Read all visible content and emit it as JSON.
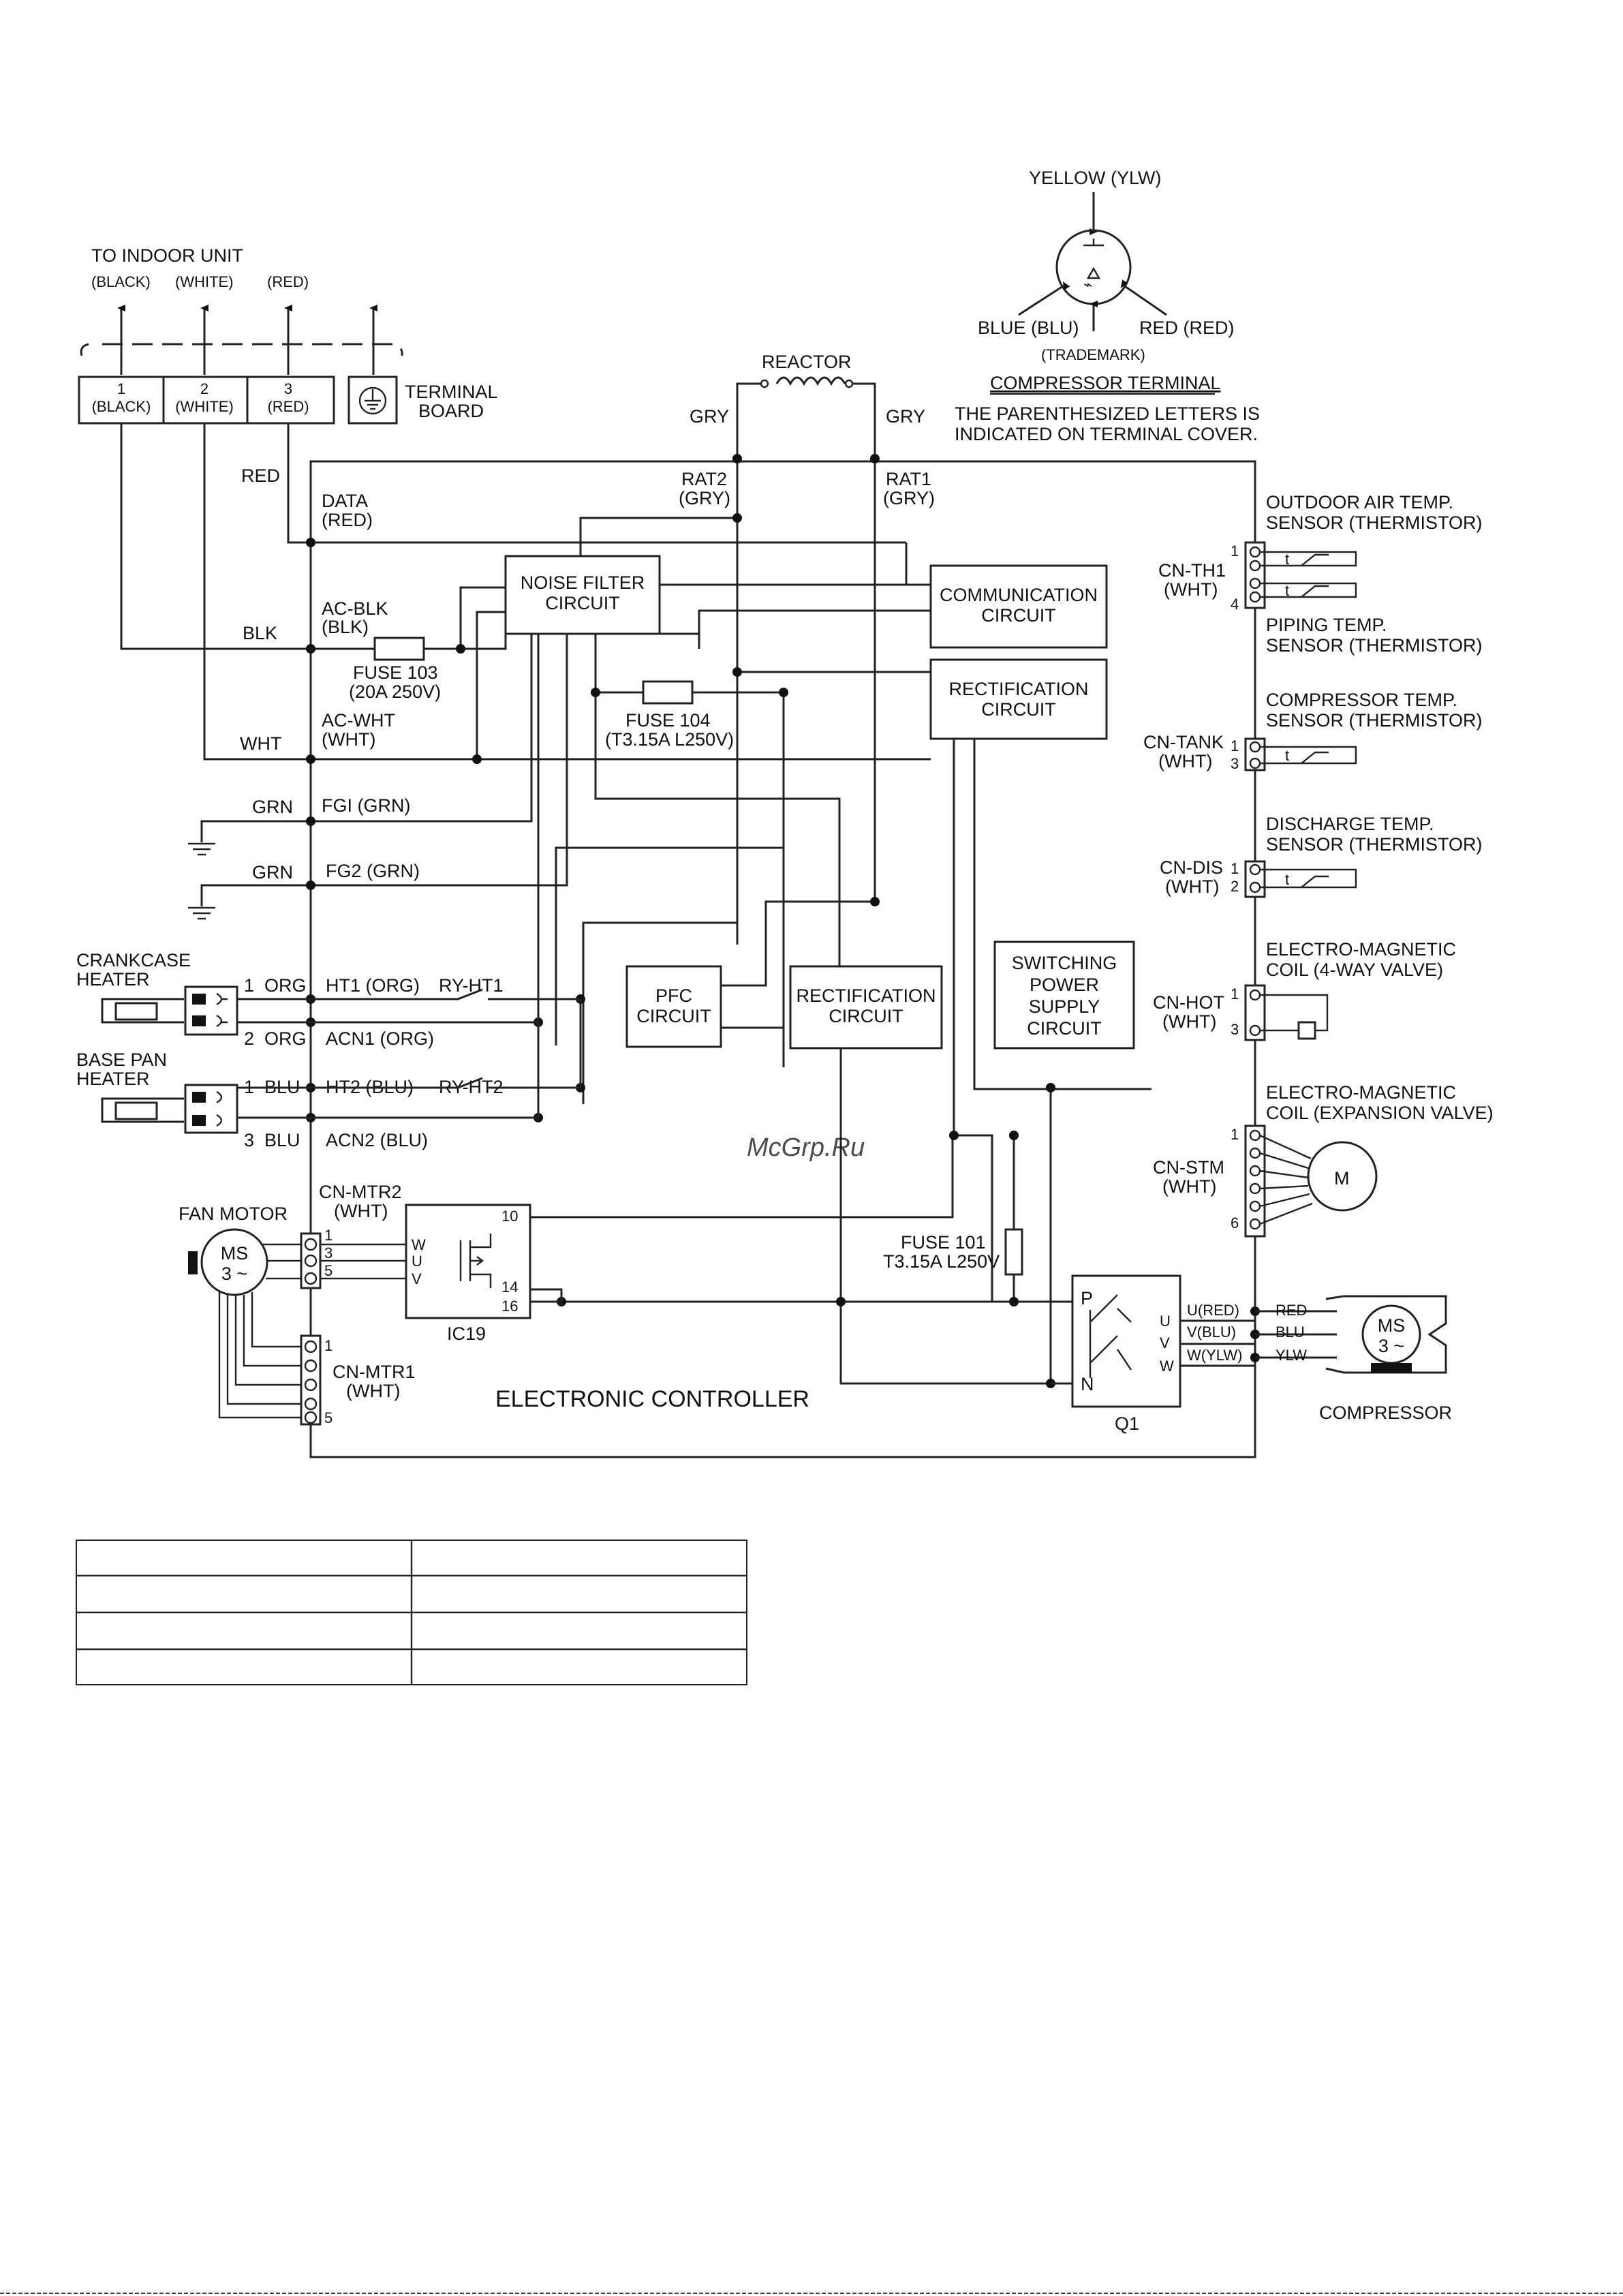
{
  "watermark": "McGrp.Ru",
  "indoor": {
    "title": "TO INDOOR UNIT",
    "colors": [
      "(BLACK)",
      "(WHITE)",
      "(RED)"
    ],
    "terminals": [
      {
        "num": "1",
        "color": "(BLACK)"
      },
      {
        "num": "2",
        "color": "(WHITE)"
      },
      {
        "num": "3",
        "color": "(RED)"
      }
    ],
    "terminal_board": [
      "TERMINAL",
      "BOARD"
    ]
  },
  "compressor_terminal": {
    "yellow": "YELLOW (YLW)",
    "blue": "BLUE (BLU)",
    "red": "RED (RED)",
    "trademark": "(TRADEMARK)",
    "title": "COMPRESSOR TERMINAL",
    "note": [
      "THE PARENTHESIZED LETTERS IS",
      "INDICATED ON TERMINAL COVER."
    ]
  },
  "reactor": {
    "label": "REACTOR",
    "gry_left": "GRY",
    "gry_right": "GRY"
  },
  "wires": {
    "red": "RED",
    "blk": "BLK",
    "wht": "WHT",
    "grn1": "GRN",
    "grn2": "GRN",
    "org1": "ORG",
    "org2": "ORG",
    "blu1": "BLU",
    "blu2": "BLU",
    "num1a": "1",
    "num2a": "2",
    "num1b": "1",
    "num3b": "3"
  },
  "board_labels": {
    "data": [
      "DATA",
      "(RED)"
    ],
    "ac_blk": [
      "AC-BLK",
      "(BLK)"
    ],
    "ac_wht": [
      "AC-WHT",
      "(WHT)"
    ],
    "fg1": "FGI (GRN)",
    "fg2": "FG2 (GRN)",
    "ht1": "HT1 (ORG)",
    "acn1": "ACN1 (ORG)",
    "ht2": "HT2 (BLU)",
    "acn2": "ACN2 (BLU)",
    "ry_ht1": "RY-HT1",
    "ry_ht2": "RY-HT2",
    "rat2": [
      "RAT2",
      "(GRY)"
    ],
    "rat1": [
      "RAT1",
      "(GRY)"
    ],
    "fuse103": [
      "FUSE 103",
      "(20A 250V)"
    ],
    "fuse104": [
      "FUSE 104",
      "(T3.15A L250V)"
    ],
    "fuse101": [
      "FUSE 101",
      "T3.15A L250V"
    ],
    "controller": "ELECTRONIC CONTROLLER"
  },
  "blocks": {
    "noise_filter": [
      "NOISE FILTER",
      "CIRCUIT"
    ],
    "communication": [
      "COMMUNICATION",
      "CIRCUIT"
    ],
    "rectification1": [
      "RECTIFICATION",
      "CIRCUIT"
    ],
    "pfc": [
      "PFC",
      "CIRCUIT"
    ],
    "rectification2": [
      "RECTIFICATION",
      "CIRCUIT"
    ],
    "switching": [
      "SWITCHING",
      "POWER",
      "SUPPLY",
      "CIRCUIT"
    ]
  },
  "heaters": {
    "crankcase": [
      "CRANKCASE",
      "HEATER"
    ],
    "base_pan": [
      "BASE PAN",
      "HEATER"
    ]
  },
  "fan": {
    "label": "FAN MOTOR",
    "motor": [
      "MS",
      "3 ~"
    ],
    "cn_mtr2": [
      "CN-MTR2",
      "(WHT)"
    ],
    "cn_mtr1": [
      "CN-MTR1",
      "(WHT)"
    ],
    "mtr2_pins": [
      "1",
      "3",
      "5"
    ],
    "mtr1_pins": [
      "1",
      "5"
    ],
    "wuv": [
      "W",
      "U",
      "V"
    ],
    "ic": "IC19",
    "ic_pins": [
      "10",
      "14",
      "16"
    ]
  },
  "q1": {
    "label": "Q1",
    "p": "P",
    "n": "N",
    "outs": [
      "U",
      "V",
      "W"
    ],
    "phases": [
      "U(RED)",
      "V(BLU)",
      "W(YLW)"
    ],
    "colors": [
      "RED",
      "BLU",
      "YLW"
    ]
  },
  "compressor": {
    "label": "COMPRESSOR",
    "motor": [
      "MS",
      "3 ~"
    ]
  },
  "sensors": {
    "outdoor": [
      "OUTDOOR AIR TEMP.",
      "SENSOR (THERMISTOR)"
    ],
    "cn_th1": [
      "CN-TH1",
      "(WHT)"
    ],
    "th1_pins": [
      "1",
      "4"
    ],
    "piping": [
      "PIPING TEMP.",
      "SENSOR (THERMISTOR)"
    ],
    "compressor_temp": [
      "COMPRESSOR TEMP.",
      "SENSOR (THERMISTOR)"
    ],
    "cn_tank": [
      "CN-TANK",
      "(WHT)"
    ],
    "tank_pins": [
      "1",
      "3"
    ],
    "discharge": [
      "DISCHARGE TEMP.",
      "SENSOR (THERMISTOR)"
    ],
    "cn_dis": [
      "CN-DIS",
      "(WHT)"
    ],
    "dis_pins": [
      "1",
      "2"
    ],
    "coil_4way": [
      "ELECTRO-MAGNETIC",
      "COIL (4-WAY VALVE)"
    ],
    "cn_hot": [
      "CN-HOT",
      "(WHT)"
    ],
    "hot_pins": [
      "1",
      "3"
    ],
    "coil_exp": [
      "ELECTRO-MAGNETIC",
      "COIL (EXPANSION VALVE)"
    ],
    "cn_stm": [
      "CN-STM",
      "(WHT)"
    ],
    "stm_pins": [
      "1",
      "6"
    ],
    "motor_m": "M",
    "thermistor_t": "t"
  }
}
